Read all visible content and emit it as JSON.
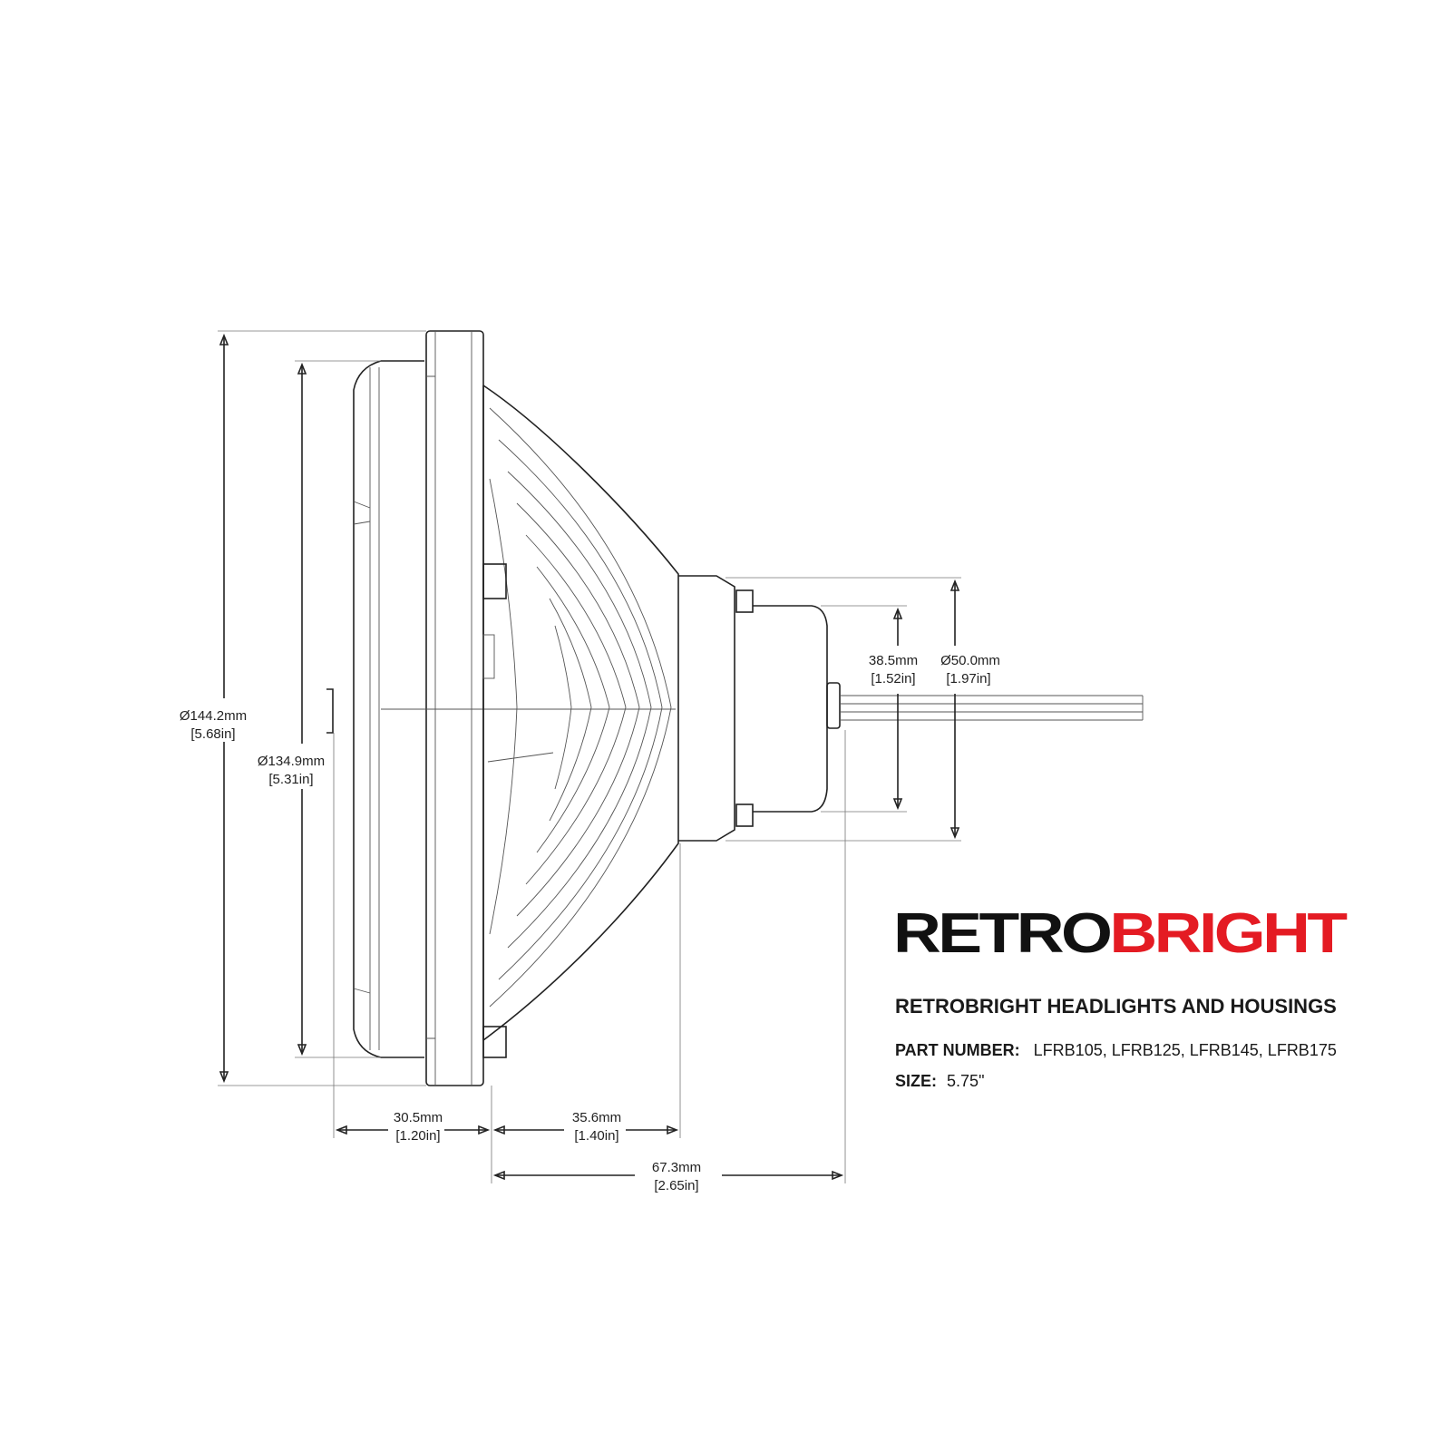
{
  "dimensions": {
    "overall_diameter": {
      "mm": "Ø144.2mm",
      "in": "[5.68in]"
    },
    "lens_diameter": {
      "mm": "Ø134.9mm",
      "in": "[5.31in]"
    },
    "connector_height": {
      "mm": "38.5mm",
      "in": "[1.52in]"
    },
    "mount_diameter": {
      "mm": "Ø50.0mm",
      "in": "[1.97in]"
    },
    "lens_depth": {
      "mm": "30.5mm",
      "in": "[1.20in]"
    },
    "housing_depth": {
      "mm": "35.6mm",
      "in": "[1.40in]"
    },
    "overall_depth": {
      "mm": "67.3mm",
      "in": "[2.65in]"
    }
  },
  "brand": {
    "part1": "RETRO",
    "part2": "BRIGHT",
    "color_dark": "#111111",
    "color_red": "#e41b23"
  },
  "product": {
    "title": "RETROBRIGHT HEADLIGHTS AND HOUSINGS",
    "part_number_label": "PART NUMBER:",
    "part_number_value": "LFRB105, LFRB125, LFRB145, LFRB175",
    "size_label": "SIZE:",
    "size_value": "5.75\""
  }
}
